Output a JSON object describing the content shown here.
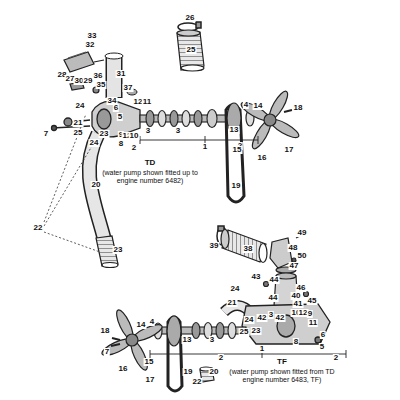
{
  "diagram": {
    "labels": [
      "26",
      "33",
      "32",
      "25",
      "28",
      "27",
      "30",
      "29",
      "36",
      "31",
      "35",
      "37",
      "34",
      "12",
      "11",
      "24",
      "6",
      "4",
      "14",
      "18",
      "5",
      "21",
      "7",
      "13",
      "3",
      "3",
      "25",
      "23",
      "9",
      "12",
      "10",
      "2",
      "24",
      "8",
      "1",
      "2",
      "15",
      "17",
      "16",
      "TD",
      "(water pump shown fitted up to engine number 6482)",
      "20",
      "19",
      "22",
      "23",
      "49",
      "39",
      "38",
      "48",
      "50",
      "47",
      "43",
      "44",
      "24",
      "46",
      "40",
      "44",
      "45",
      "41",
      "21",
      "10",
      "12",
      "9",
      "3",
      "24",
      "42",
      "42",
      "11",
      "23",
      "25",
      "4",
      "14",
      "18",
      "13",
      "3",
      "6",
      "8",
      "5",
      "1",
      "7",
      "2",
      "2",
      "15",
      "16",
      "TF",
      "(water pump shown fitted from TD engine number 6483, TF)",
      "19",
      "20",
      "17",
      "22"
    ]
  }
}
